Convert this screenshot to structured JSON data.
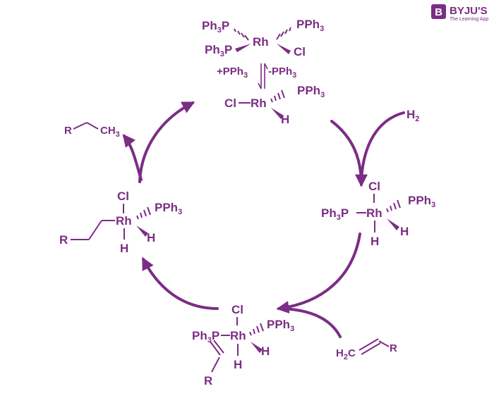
{
  "brand": {
    "name": "BYJU'S",
    "tagline": "The Learning App",
    "logo_letter": "B"
  },
  "colors": {
    "primary": "#7b2d84"
  },
  "labels": {
    "ph3": "Ph",
    "ph3_sub": "3",
    "p": "P",
    "pph": "PPh",
    "rh": "Rh",
    "cl": "Cl",
    "h": "H",
    "h2": "H",
    "h2_sub": "2",
    "r": "R",
    "ch": "CH",
    "ch3_sub": "3",
    "plus_pph3": "+PPh",
    "minus_pph3": "-PPh",
    "three": "3",
    "h2c": "H",
    "h2c_sub": "2",
    "c": "C"
  }
}
